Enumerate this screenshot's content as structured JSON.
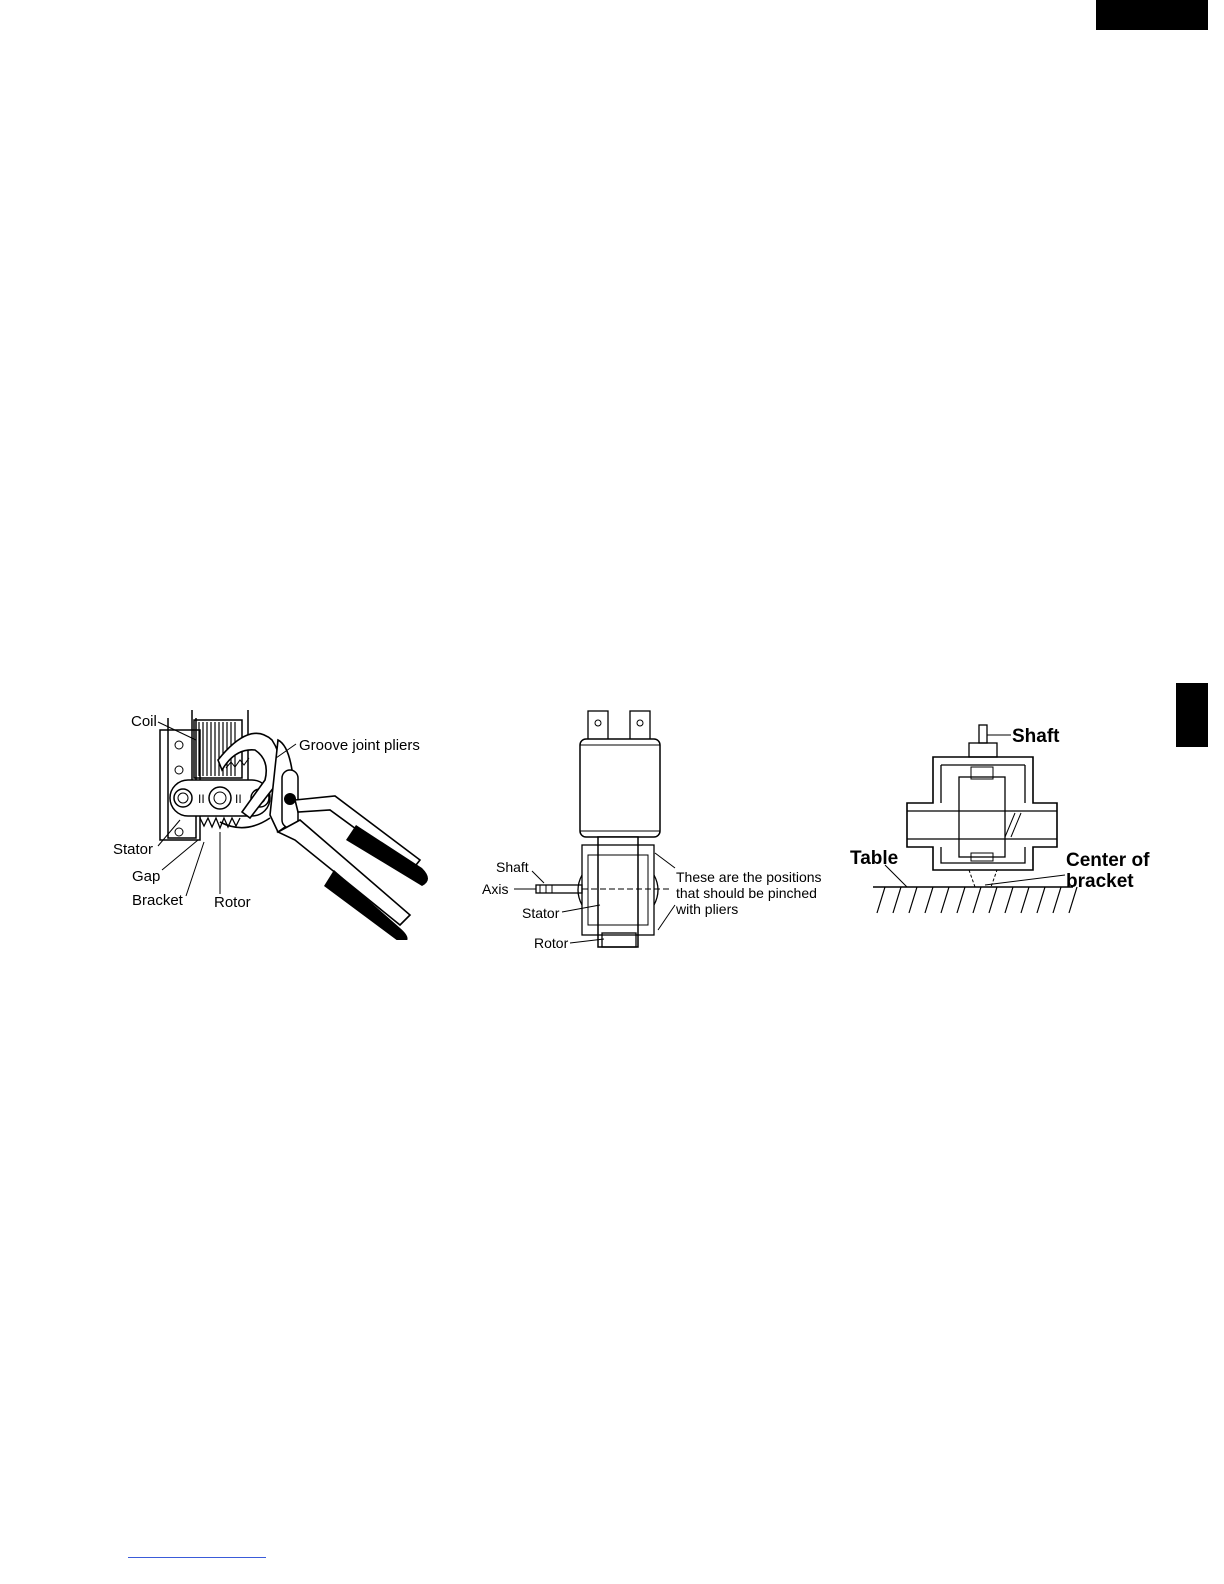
{
  "figure1": {
    "labels": {
      "coil": "Coil",
      "groove_joint_pliers": "Groove joint pliers",
      "stator": "Stator",
      "gap": "Gap",
      "bracket": "Bracket",
      "rotor": "Rotor"
    }
  },
  "figure2": {
    "labels": {
      "shaft": "Shaft",
      "axis": "Axis",
      "stator": "Stator",
      "rotor": "Rotor",
      "note_line1": "These are the positions",
      "note_line2": "that should be pinched",
      "note_line3": "with pliers"
    }
  },
  "figure3": {
    "labels": {
      "shaft": "Shaft",
      "table": "Table",
      "center_of": "Center of",
      "bracket": "bracket"
    }
  },
  "colors": {
    "ink": "#000000",
    "footer_link_line": "#3a5bd9"
  }
}
